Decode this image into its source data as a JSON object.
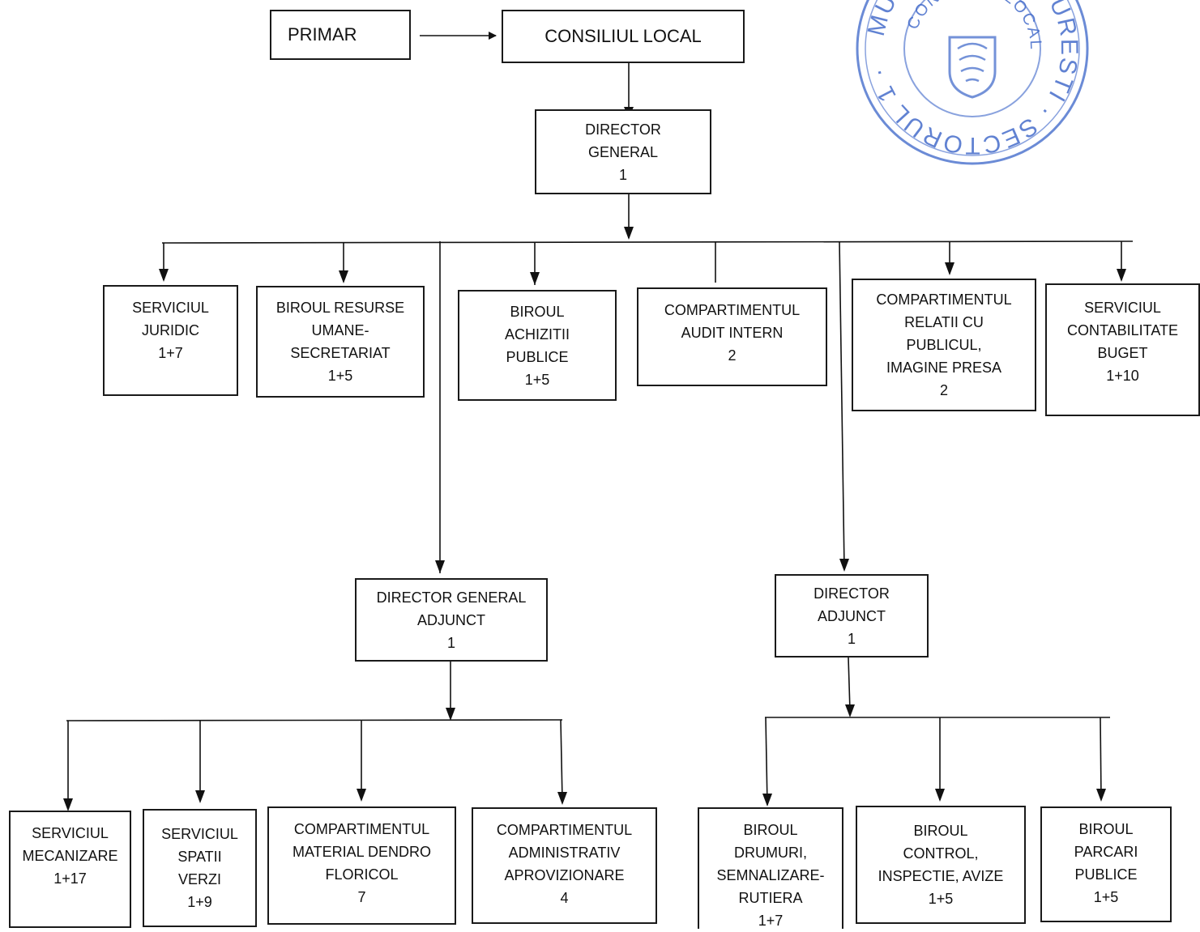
{
  "title_row": {
    "primar": "PRIMAR",
    "consiliu": "CONSILIUL LOCAL"
  },
  "director_general": {
    "lines": [
      "DIRECTOR",
      "GENERAL",
      "1"
    ]
  },
  "departments": [
    {
      "lines": [
        "SERVICIUL",
        "JURIDIC",
        "1+7"
      ]
    },
    {
      "lines": [
        "BIROUL RESURSE",
        "UMANE-",
        "SECRETARIAT",
        "1+5"
      ]
    },
    {
      "lines": [
        "BIROUL",
        "ACHIZITII",
        "PUBLICE",
        "1+5"
      ]
    },
    {
      "lines": [
        "COMPARTIMENTUL",
        "AUDIT INTERN",
        "2"
      ]
    },
    {
      "lines": [
        "COMPARTIMENTUL",
        "RELATII CU",
        "PUBLICUL,",
        "IMAGINE PRESA",
        "2"
      ]
    },
    {
      "lines": [
        "SERVICIUL",
        "CONTABILITATE",
        "BUGET",
        "1+10"
      ]
    }
  ],
  "director_general_adjunct": {
    "lines": [
      "DIRECTOR GENERAL",
      "ADJUNCT",
      "1"
    ]
  },
  "director_adjunct": {
    "lines": [
      "DIRECTOR",
      "ADJUNCT",
      "1"
    ]
  },
  "dga_units": [
    {
      "lines": [
        "SERVICIUL",
        "MECANIZARE",
        "1+17"
      ]
    },
    {
      "lines": [
        "SERVICIUL",
        "SPATII",
        "VERZI",
        "1+9"
      ]
    },
    {
      "lines": [
        "COMPARTIMENTUL",
        "MATERIAL DENDRO",
        "FLORICOL",
        "7"
      ]
    },
    {
      "lines": [
        "COMPARTIMENTUL",
        "ADMINISTRATIV",
        "APROVIZIONARE",
        "4"
      ]
    }
  ],
  "da_units": [
    {
      "lines": [
        "BIROUL",
        "DRUMURI,",
        "SEMNALIZARE-",
        "RUTIERA",
        "1+7"
      ]
    },
    {
      "lines": [
        "BIROUL",
        "CONTROL,",
        "INSPECTIE, AVIZE",
        "1+5"
      ]
    },
    {
      "lines": [
        "BIROUL",
        "PARCARI",
        "PUBLICE",
        "1+5"
      ]
    }
  ],
  "seal": {
    "text_top": "MUNICIPIUL BUCURESTI",
    "text_inner": "CONSILIUL LOCAL",
    "text_bottom": "SECTORUL 1",
    "color": "#3a64c8"
  }
}
